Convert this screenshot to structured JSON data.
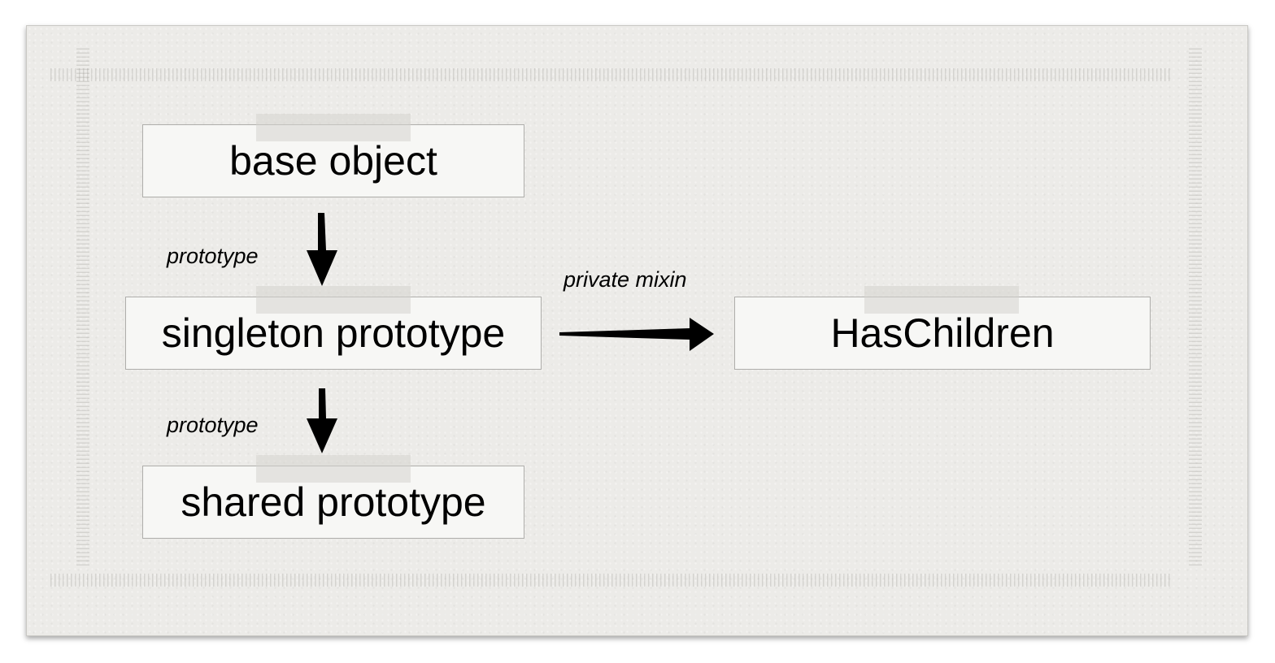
{
  "diagram": {
    "nodes": {
      "base": {
        "label": "base object"
      },
      "singleton": {
        "label": "singleton prototype"
      },
      "shared": {
        "label": "shared prototype"
      },
      "haschildren": {
        "label": "HasChildren"
      }
    },
    "edges": {
      "base_to_singleton": {
        "label": "prototype"
      },
      "singleton_to_shared": {
        "label": "prototype"
      },
      "singleton_to_haschildren": {
        "label": "private mixin"
      }
    }
  }
}
